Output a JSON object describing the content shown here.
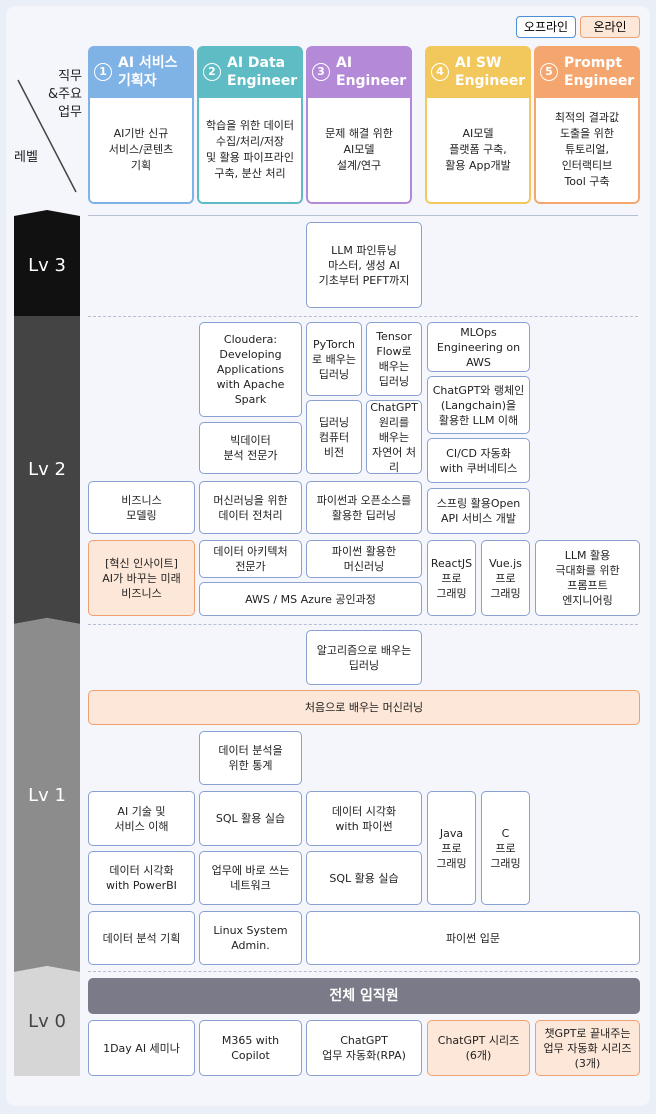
{
  "legend": {
    "offline": "오프라인",
    "online": "온라인"
  },
  "axis": {
    "duty": "직무\n&주요\n업무",
    "level": "레벨"
  },
  "colors": {
    "offline_border": "#4a90d9",
    "online_fill": "#fde7d8",
    "online_border": "#f0a070",
    "lv3": "#111111",
    "lv2": "#444444",
    "lv1": "#8c8c8c",
    "lv0": "#d6d6d6"
  },
  "jobs": [
    {
      "num": "1",
      "title": "AI 서비스\n기획자",
      "desc": "AI기반 신규\n서비스/콘텐츠\n기획",
      "color": "#7fb2e5"
    },
    {
      "num": "2",
      "title": "AI Data\nEngineer",
      "desc": "학습을 위한 데이터\n수집/처리/저장\n및 활용 파이프라인\n구축, 분산 처리",
      "color": "#5fbcc4"
    },
    {
      "num": "3",
      "title": "AI\nEngineer",
      "desc": "문제 해결 위한\nAI모델\n설계/연구",
      "color": "#b48ad8"
    },
    {
      "num": "4",
      "title": "AI SW\nEngineer",
      "desc": "AI모델\n플랫폼 구축,\n활용 App개발",
      "color": "#f2c75c"
    },
    {
      "num": "5",
      "title": "Prompt\nEngineer",
      "desc": "최적의 결과값\n도출을 위한\n튜토리얼,\n인터랙티브\nTool 구축",
      "color": "#f5a66e"
    }
  ],
  "levels": {
    "lv3": "Lv 3",
    "lv2": "Lv 2",
    "lv1": "Lv 1",
    "lv0": "Lv 0"
  },
  "courses": {
    "c01": "LLM 파인튜닝\n마스터, 생성 AI\n기초부터 PEFT까지",
    "c02": "Cloudera:\nDeveloping\nApplications\nwith Apache\nSpark",
    "c03": "PyTorch\n로 배우는\n딥러닝",
    "c04": "Tensor\nFlow로\n배우는\n딥러닝",
    "c05": "MLOps\nEngineering on\nAWS",
    "c06": "ChatGPT와 랭체인\n(Langchain)을\n활용한 LLM 이해",
    "c07": "딥러닝\n컴퓨터\n비전",
    "c08": "ChatGPT\n원리를\n배우는\n자연어 처리",
    "c09": "빅데이터\n분석 전문가",
    "c10": "CI/CD 자동화\nwith 쿠버네티스",
    "c11": "비즈니스\n모델링",
    "c12": "머신러닝을 위한\n데이터 전처리",
    "c13": "파이썬과 오픈소스를\n활용한 딥러닝",
    "c14": "스프링 활용Open\nAPI 서비스 개발",
    "c15": "[혁신 인사이트]\nAI가 바꾸는 미래\n비즈니스",
    "c16": "데이터 아키텍처\n전문가",
    "c17": "파이썬 활용한\n머신러닝",
    "c18": "ReactJS\n프로\n그래밍",
    "c19": "Vue.js\n프로\n그래밍",
    "c20": "LLM 활용\n극대화를 위한\n프롬프트\n엔지니어링",
    "c21": "AWS / MS Azure 공인과정",
    "c22": "알고리즘으로 배우는\n딥러닝",
    "c23": "처음으로 배우는 머신러닝",
    "c24": "데이터 분석을\n위한 통계",
    "c25": "AI 기술 및\n서비스 이해",
    "c26": "SQL 활용 실습",
    "c27": "데이터 시각화\nwith 파이썬",
    "c28": "Java\n프로\n그래밍",
    "c29": "C\n프로\n그래밍",
    "c30": "데이터 시각화\nwith PowerBI",
    "c31": "업무에 바로 쓰는\n네트워크",
    "c32": "SQL 활용 실습",
    "c33": "데이터 분석 기획",
    "c34": "Linux System\nAdmin.",
    "c35": "파이썬 입문",
    "c36": "전체 임직원",
    "c37": "1Day AI 세미나",
    "c38": "M365 with\nCopilot",
    "c39": "ChatGPT\n업무 자동화(RPA)",
    "c40": "ChatGPT 시리즈\n(6개)",
    "c41": "챗GPT로 끝내주는\n업무 자동화 시리즈\n(3개)"
  }
}
